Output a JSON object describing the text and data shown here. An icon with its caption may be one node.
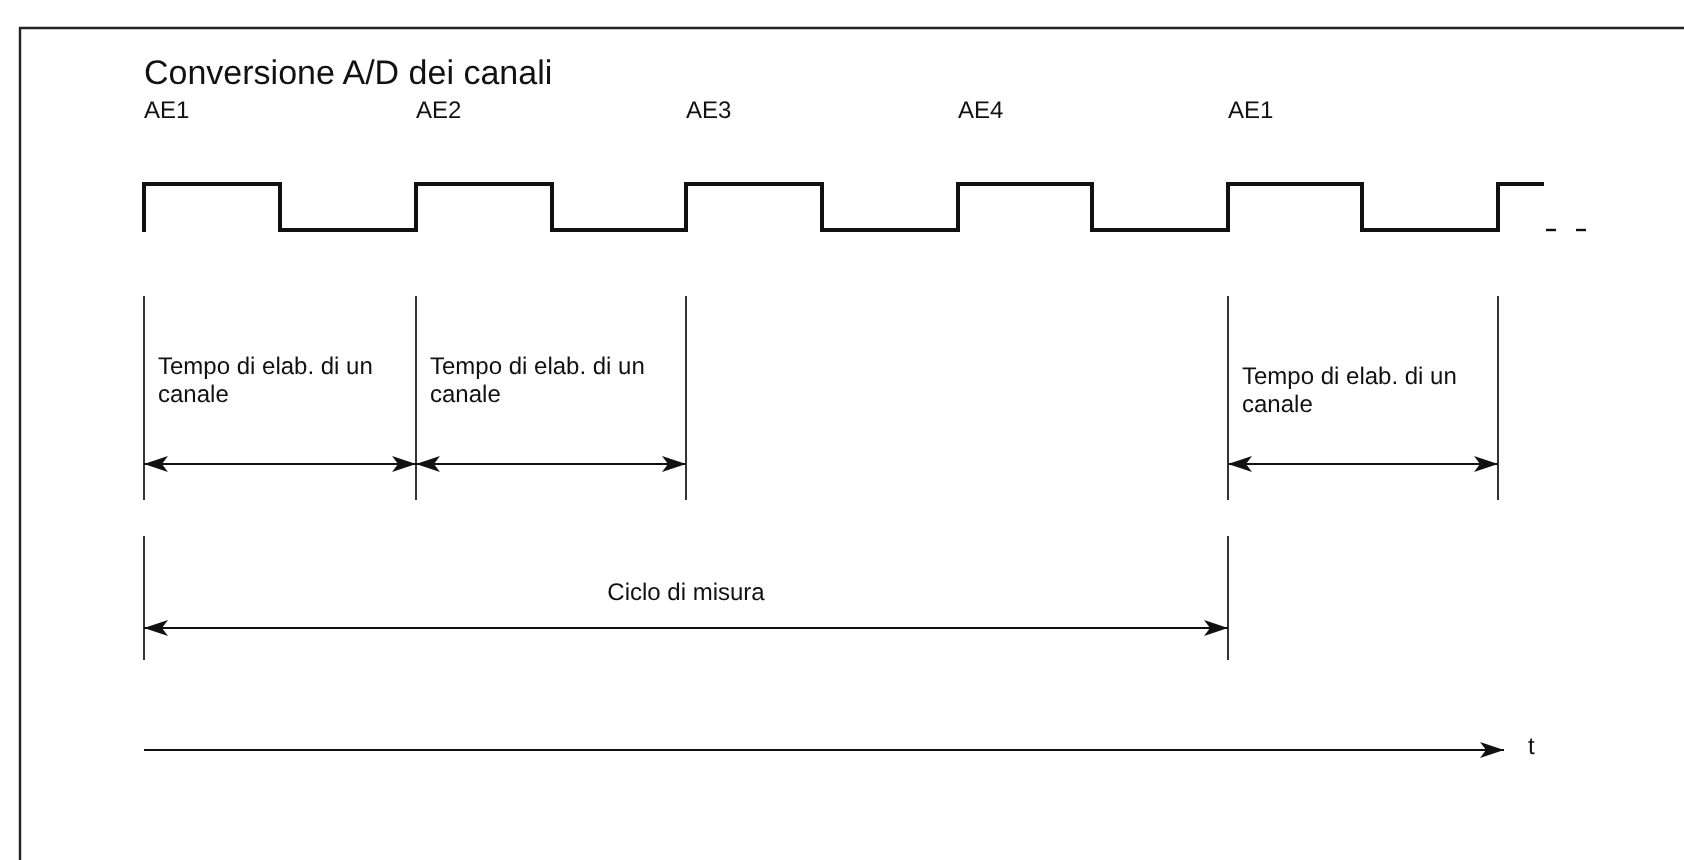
{
  "diagram": {
    "title": "Conversione A/D dei canali",
    "labels": [
      "AE1",
      "AE2",
      "AE3",
      "AE4",
      "AE1",
      "Tempo di elab. di un canale",
      "Tempo di elab. di un canale",
      "Tempo di elab. di un canale",
      "Ciclo di misura",
      "t"
    ]
  }
}
